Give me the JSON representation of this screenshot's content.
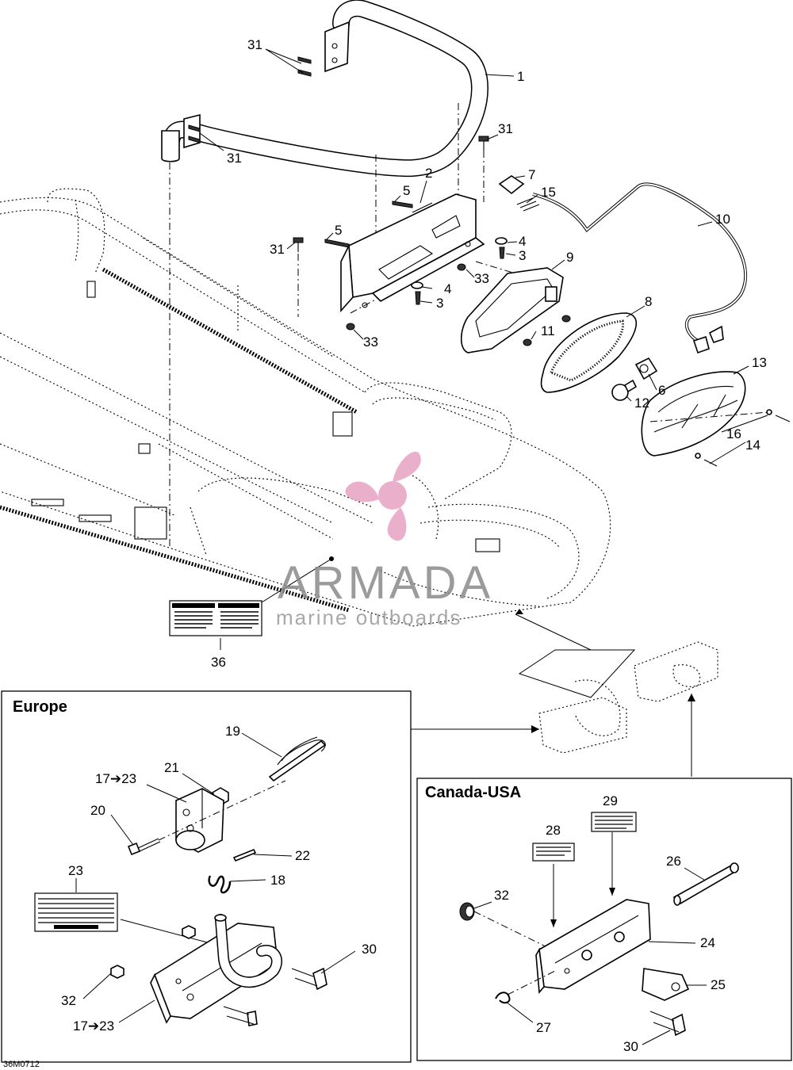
{
  "diagram": {
    "code": "36M0712",
    "labels": {
      "l1": "1",
      "l2": "2",
      "l3a": "3",
      "l3b": "3",
      "l4a": "4",
      "l4b": "4",
      "l5a": "5",
      "l5b": "5",
      "l6": "6",
      "l7": "7",
      "l8": "8",
      "l9": "9",
      "l10": "10",
      "l11": "11",
      "l12": "12",
      "l13": "13",
      "l14": "14",
      "l15": "15",
      "l16": "16",
      "l31a": "31",
      "l31b": "31",
      "l31c": "31",
      "l31d": "31",
      "l33a": "33",
      "l33b": "33",
      "l36": "36"
    },
    "europe": {
      "title": "Europe",
      "labels": {
        "l17a": "17➔23",
        "l17b": "17➔23",
        "l18": "18",
        "l19": "19",
        "l20": "20",
        "l21": "21",
        "l22": "22",
        "l23": "23",
        "l30": "30",
        "l32": "32"
      }
    },
    "canada_usa": {
      "title": "Canada-USA",
      "labels": {
        "l24": "24",
        "l25": "25",
        "l26": "26",
        "l27": "27",
        "l28": "28",
        "l29": "29",
        "l30": "30",
        "l32": "32"
      }
    }
  },
  "watermark": {
    "brand": "ARMADA",
    "tagline": "marine outboards",
    "colors": {
      "pink": "#e7a3c3",
      "text": "#8a8a8a"
    }
  }
}
